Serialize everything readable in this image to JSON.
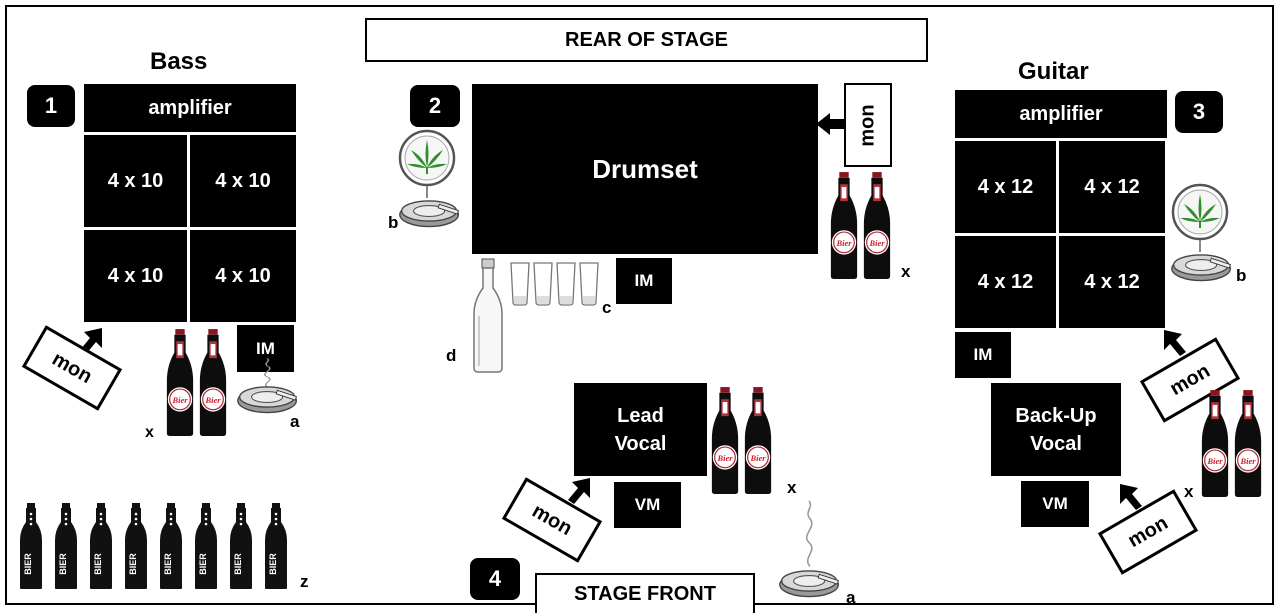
{
  "rear_label": "REAR OF STAGE",
  "front_label": "STAGE FRONT",
  "bass": {
    "title": "Bass",
    "number": "1",
    "amp": "amplifier",
    "cabs": [
      "4 x 10",
      "4 x 10",
      "4 x 10",
      "4 x 10"
    ],
    "im": "IM",
    "mon": "mon",
    "letter_x": "x",
    "letter_a": "a"
  },
  "drums": {
    "number": "2",
    "label": "Drumset",
    "mon": "mon",
    "im": "IM",
    "letter_b": "b",
    "letter_c": "c",
    "letter_d": "d",
    "letter_x": "x"
  },
  "guitar": {
    "title": "Guitar",
    "number": "3",
    "amp": "amplifier",
    "cabs": [
      "4 x 12",
      "4 x 12",
      "4 x 12",
      "4 x 12"
    ],
    "im": "IM",
    "mon": "mon",
    "letter_b": "b",
    "letter_x": "x"
  },
  "lead": {
    "number": "4",
    "line1": "Lead",
    "line2": "Vocal",
    "vm": "VM",
    "mon": "mon",
    "letter_x": "x",
    "letter_a": "a"
  },
  "backup": {
    "line1": "Back-Up",
    "line2": "Vocal",
    "vm": "VM",
    "mon": "mon",
    "letter_x": "x"
  },
  "beer_label": "Bier",
  "crate": {
    "bottle_text": "BIER",
    "count": 8,
    "letter_z": "z"
  },
  "icons": {
    "beer": "beer-bottle-icon",
    "ashtray": "ashtray-icon",
    "weed": "cannabis-leaf-icon",
    "shot": "shot-glass-icon",
    "liquor": "liquor-bottle-icon"
  }
}
